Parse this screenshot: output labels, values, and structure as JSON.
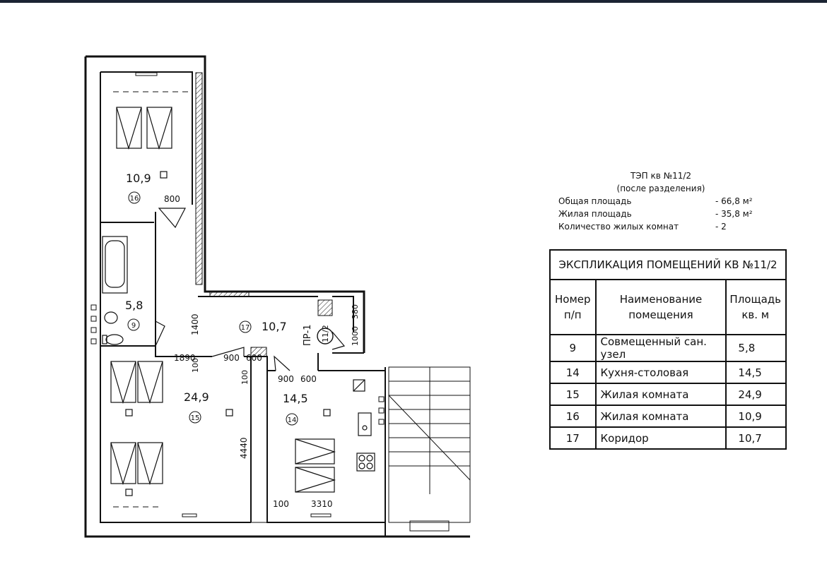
{
  "rooms": [
    {
      "area": "10,9",
      "num": "16"
    },
    {
      "area": "5,8",
      "num": "9"
    },
    {
      "area": "10,7",
      "num": "17"
    },
    {
      "area": "24,9",
      "num": "15"
    },
    {
      "area": "14,5",
      "num": "14"
    }
  ],
  "dimensions": [
    "800",
    "1400",
    "100",
    "1890",
    "900",
    "600",
    "100",
    "900",
    "600",
    "4440",
    "100",
    "3310",
    "380",
    "1000"
  ],
  "marks": {
    "pr": "ПР-1",
    "unit": "11/2"
  },
  "tep": {
    "title": "ТЭП кв №11/2",
    "subtitle": "(после разделения)",
    "rows": [
      {
        "name": "Общая площадь",
        "value": "- 66,8 м²"
      },
      {
        "name": "Жилая площадь",
        "value": "- 35,8 м²"
      },
      {
        "name": "Количество жилых комнат",
        "value": "-  2"
      }
    ]
  },
  "table": {
    "title": "ЭКСПЛИКАЦИЯ ПОМЕЩЕНИЙ КВ №11/2",
    "headers": [
      "Номер п/п",
      "Наименование помещения",
      "Площадь кв. м"
    ],
    "rows": [
      {
        "num": "9",
        "name": "Совмещенный сан. узел",
        "area": "5,8"
      },
      {
        "num": "14",
        "name": "Кухня-столовая",
        "area": "14,5"
      },
      {
        "num": "15",
        "name": "Жилая комната",
        "area": "24,9"
      },
      {
        "num": "16",
        "name": "Жилая комната",
        "area": "10,9"
      },
      {
        "num": "17",
        "name": "Коридор",
        "area": "10,7"
      }
    ]
  }
}
